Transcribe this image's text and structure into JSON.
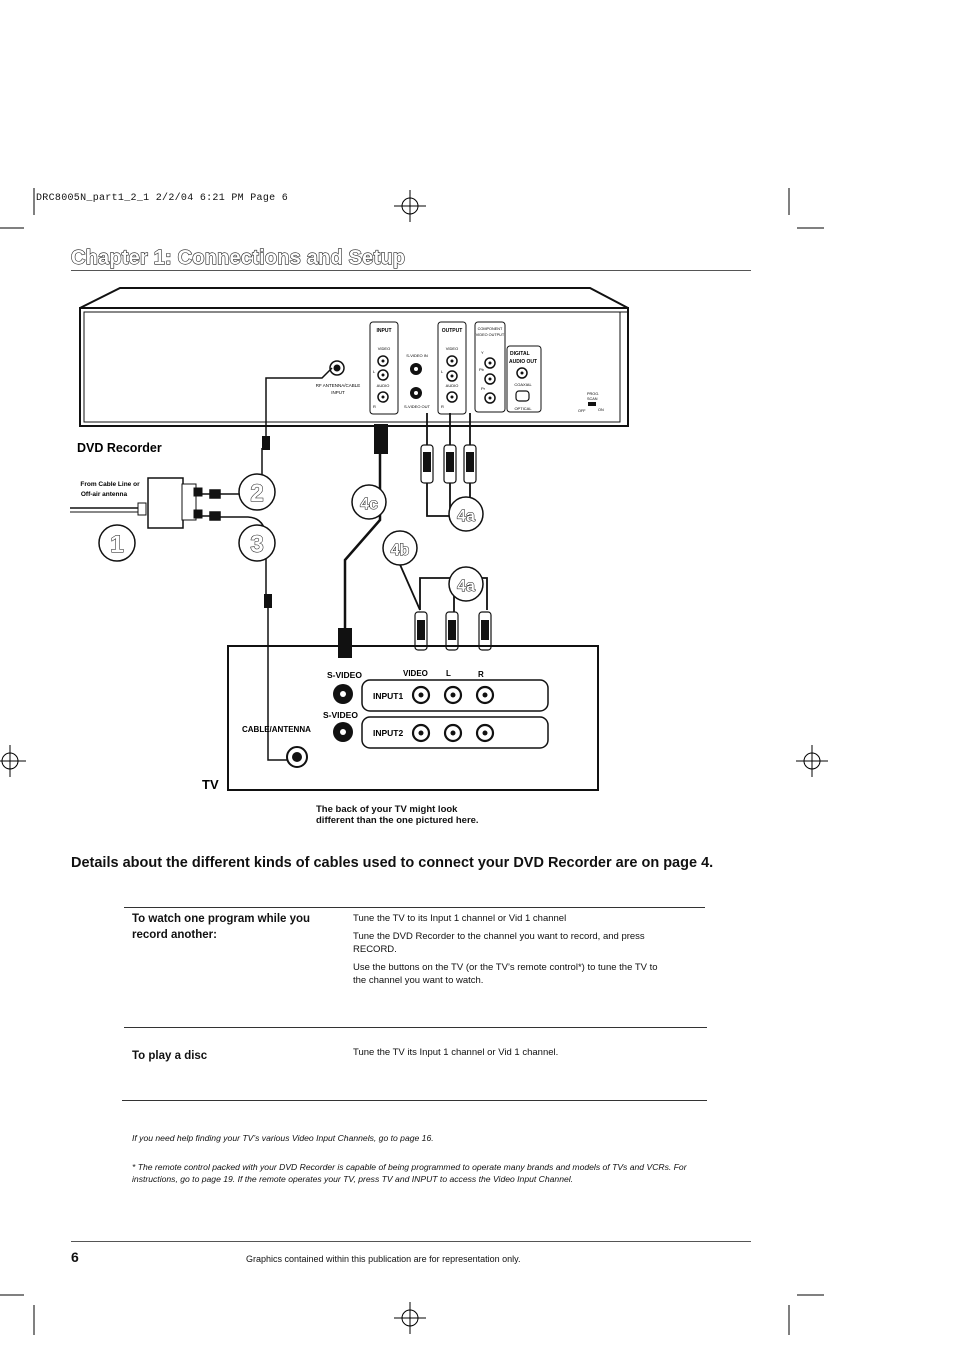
{
  "page": {
    "slug": "DRC8005N_part1_2_1  2/2/04  6:21 PM  Page 6",
    "chapter_title": "Chapter 1: Connections and Setup",
    "page_number": "6",
    "footer_text": "Graphics contained within this publication are for representation only."
  },
  "diagram": {
    "dvd_recorder_label": "DVD Recorder",
    "tv_label": "TV",
    "cable_source_label_1": "From Cable Line or",
    "cable_source_label_2": "Off-air antenna",
    "step_1": "1",
    "step_2": "2",
    "step_3": "3",
    "step_4a_top": "4a",
    "step_4a_bottom": "4a",
    "step_4b": "4b",
    "step_4c": "4c",
    "panel": {
      "input": "INPUT",
      "output": "OUTPUT",
      "video": "VIDEO",
      "audio": "AUDIO",
      "l": "L",
      "r": "R",
      "s_video_in": "S-VIDEO IN",
      "s_video_out": "S-VIDEO OUT",
      "rf_antenna_1": "RF ANTENNA/CABLE",
      "rf_antenna_2": "INPUT",
      "component_1": "COMPONENT",
      "component_2": "VIDEO OUTPUT",
      "y": "Y",
      "pb": "Pb",
      "pr": "Pr",
      "digital_1": "DIGITAL",
      "digital_2": "AUDIO OUT",
      "coaxial": "COAXIAL",
      "optical": "OPTICAL",
      "prog_scan_1": "PROG.",
      "prog_scan_2": "SCAN",
      "off": "OFF",
      "on": "ON"
    },
    "tv_panel": {
      "s_video_top": "S-VIDEO",
      "s_video_bottom": "S-VIDEO",
      "video": "VIDEO",
      "l": "L",
      "r": "R",
      "input1": "INPUT1",
      "input2": "INPUT2",
      "cable_antenna": "CABLE/ANTENNA"
    },
    "tv_note_1": "The back of your TV might look",
    "tv_note_2": "different than the one pictured here."
  },
  "details_heading": "Details about the different kinds of cables used to connect your DVD Recorder are on page 4.",
  "table": {
    "row1": {
      "heading_1": "To watch one program while you",
      "heading_2": "record another:",
      "p1": "Tune the TV to its Input 1 channel or Vid 1 channel",
      "p2a": "Tune the DVD Recorder to the channel you want to record, and press",
      "p2b": "RECORD.",
      "p3a": "Use the buttons on the TV (or the TV’s remote control*) to tune the TV to",
      "p3b": "the channel you want to watch."
    },
    "row2": {
      "heading": "To play a disc",
      "p1": "Tune the TV its Input 1 channel or Vid 1 channel."
    }
  },
  "footnotes": {
    "help": "If you need help finding your TV’s various Video Input Channels, go to page 16.",
    "remote_1": "* The remote control packed with your DVD Recorder is capable of being programmed to operate many brands and models of TVs and VCRs. For",
    "remote_2": "instructions, go to page 19. If the remote operates your TV, press TV and INPUT to access the Video Input Channel."
  }
}
